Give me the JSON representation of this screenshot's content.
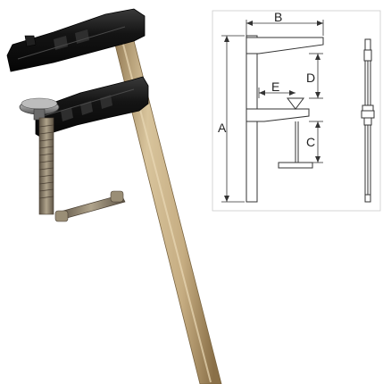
{
  "colors": {
    "jaw": "#141414",
    "bar_light": "#d8c49c",
    "bar_mid": "#bfa57a",
    "bar_dark": "#8f7650",
    "screw": "#8a7d66",
    "screw_dark": "#5c5244",
    "knob": "#9a9a9a",
    "drawing_line": "#333333",
    "drawing_border": "#cccccc"
  },
  "diagram": {
    "labels": {
      "a": "A",
      "b": "B",
      "c": "C",
      "d": "D",
      "e": "E"
    }
  }
}
